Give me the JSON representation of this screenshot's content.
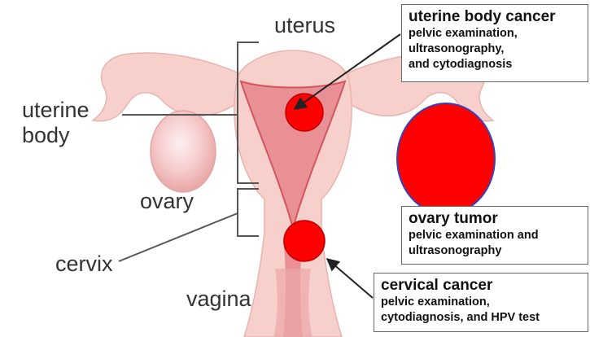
{
  "labels": {
    "uterus": "uterus",
    "uterine_body_line1": "uterine",
    "uterine_body_line2": "body",
    "ovary": "ovary",
    "cervix": "cervix",
    "vagina": "vagina"
  },
  "callouts": {
    "uterine_body_cancer": {
      "title": "uterine body cancer",
      "lines": [
        "pelvic examination,",
        "ultrasonography,",
        "and cytodiagnosis"
      ]
    },
    "ovary_tumor": {
      "title": "ovary tumor",
      "lines": [
        "pelvic examination and",
        "ultrasonography"
      ]
    },
    "cervical_cancer": {
      "title": "cervical cancer",
      "lines": [
        "pelvic examination,",
        "cytodiagnosis, and HPV test"
      ]
    }
  },
  "colors": {
    "tissue": "#f7d0cc",
    "tissue_outline": "#e8b3ad",
    "cavity": "#e89096",
    "cavity_line": "#d2555f",
    "lesion": "#ff0000",
    "lesion_outline": "#b80000",
    "ovary_fill": "#f4c2c2",
    "text": "#333333",
    "leader": "#555555"
  }
}
